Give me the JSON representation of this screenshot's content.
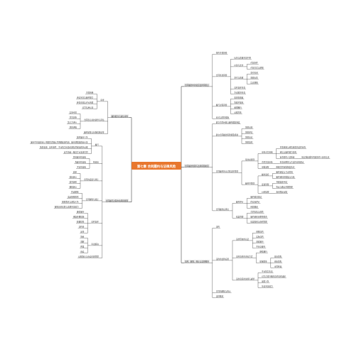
{
  "root": {
    "label": "第七章 合同履约与法律风险",
    "fill": "#e8772e",
    "text_color": "#ffffff"
  },
  "colors": {
    "edge": "#222222",
    "text": "#333333",
    "label_box": "#e9e9e9"
  },
  "left_branches": [
    {
      "label": "履约能力与资信审查",
      "children": [
        {
          "label": "审查",
          "children": [
            {
              "label": "主体资格"
            },
            {
              "label": "资信状况与履约能力"
            },
            {
              "label": "经营范围与许可资质"
            },
            {
              "label": "对方信用记录"
            }
          ]
        },
        {
          "label": "合同签订前的调查与评估",
          "children": [
            {
              "label": "实地考察"
            },
            {
              "label": "背景调查"
            },
            {
              "label": "第三方评价"
            },
            {
              "label": "风险评级"
            }
          ]
        },
        {
          "label": "履约保障与担保措施安排"
        }
      ]
    },
    {
      "label": "合同履行过程中的风险管理",
      "children": [
        {
          "label": "履行",
          "children": [
            {
              "label": "按约履行义务"
            },
            {
              "label": "履行中的变更应以书面形式确认并明确变更内容、履行期限及相应价款"
            },
            {
              "label": "情势变更、意外事件、不可抗力应及时通知并保存相关证据"
            },
            {
              "label": "双方协商一致后方可变更合同"
            }
          ]
        },
        {
          "label": "抗辩权",
          "children": [
            {
              "label": "同时履行抗辩权"
            },
            {
              "label": "先履行抗辩权"
            },
            {
              "label": "不安抗辩权"
            }
          ]
        },
        {
          "label": "合同的变更与转让",
          "children": [
            {
              "label": "变更"
            },
            {
              "label": "债权转让"
            },
            {
              "label": "债务转移"
            },
            {
              "label": "概括转让"
            }
          ]
        },
        {
          "label": "合同解除与终止",
          "children": [
            {
              "label": "约定解除"
            },
            {
              "label": "法定解除情形"
            },
            {
              "label": "解除程序与通知义务"
            },
            {
              "label": "解除后的结算与清理条款效力"
            }
          ]
        },
        {
          "label": "违约责任",
          "children": [
            {
              "label": "继续履行"
            },
            {
              "label": "采取补救措施"
            },
            {
              "label": "赔偿损失"
            },
            {
              "label": "违约金"
            },
            {
              "label": "定金"
            }
          ]
        },
        {
          "label": "争议解决",
          "children": [
            {
              "label": "协商"
            },
            {
              "label": "调解"
            },
            {
              "label": "仲裁"
            },
            {
              "label": "诉讼"
            }
          ]
        },
        {
          "label": "证据保全与诉讼时效管理"
        }
      ]
    }
  ],
  "right_branches": [
    {
      "label": "合同履约中的常见法律风险点",
      "children": [
        {
          "label": "签约主体风险"
        },
        {
          "label": "合同条款风险",
          "children": [
            {
              "label": "标的与质量条款不明"
            },
            {
              "label": "价款与支付",
              "children": [
                {
                  "label": "付款条件"
                },
                {
                  "label": "付款方式与期限"
                }
              ]
            },
            {
              "label": "交付与验收",
              "children": [
                {
                  "label": "交付时间"
                },
                {
                  "label": "验收标准"
                },
                {
                  "label": "异议期限"
                }
              ]
            },
            {
              "label": "违约责任条款"
            },
            {
              "label": "争议解决条款"
            }
          ]
        },
        {
          "label": "履行过程风险",
          "children": [
            {
              "label": "变更未留痕"
            },
            {
              "label": "签收不规范"
            },
            {
              "label": "逾期履行"
            },
            {
              "label": "证据灭失"
            }
          ]
        },
        {
          "label": "应对与防控措施"
        }
      ]
    },
    {
      "label": "合同履约管理与法律风险防范",
      "children": [
        {
          "label": "建立合同台账与履约跟踪制度"
        },
        {
          "label": "建立合同履约风险预警机制",
          "children": [
            {
              "label": "风险识别"
            },
            {
              "label": "风险评估"
            },
            {
              "label": "风险应对"
            },
            {
              "label": "风险监控"
            }
          ]
        },
        {
          "label": "合同履约的全过程法律管理",
          "children": [
            {
              "label": "签约前管理",
              "children": [
                {
                  "label": "审查对方资格",
                  "children": [
                    {
                      "label": "主体资格与经营资质的法律审查"
                    },
                    {
                      "label": "资信与履约能力调查"
                    },
                    {
                      "label": "审查签约人员授权",
                      "children": [
                        {
                          "label": "核实授权委托书及签约人身份信息"
                        }
                      ]
                    }
                  ]
                },
                {
                  "label": "合同文本审核",
                  "children": [
                    {
                      "label": "条款完整性与合法性审查要点"
                    }
                  ]
                },
                {
                  "label": "审批流程",
                  "children": [
                    {
                      "label": "依据合同审批制度执行"
                    }
                  ]
                }
              ]
            },
            {
              "label": "履约中管理",
              "children": [
                {
                  "label": "履约监控",
                  "children": [
                    {
                      "label": "履约进度与节点控制"
                    },
                    {
                      "label": "履约资料的收集与归档"
                    }
                  ]
                },
                {
                  "label": "变更管理",
                  "children": [
                    {
                      "label": "书面变更手续"
                    },
                    {
                      "label": "签证与确认单据管理"
                    }
                  ]
                },
                {
                  "label": "纠纷处理",
                  "children": [
                    {
                      "label": "及时固定证据"
                    }
                  ]
                }
              ]
            }
          ]
        },
        {
          "label": "合同履约后评估",
          "children": [
            {
              "label": "履约评价",
              "children": [
                {
                  "label": "履约情况总结"
                },
                {
                  "label": "供应商评价"
                },
                {
                  "label": "经验教训"
                }
              ]
            },
            {
              "label": "档案管理",
              "children": [
                {
                  "label": "合同归档与保管"
                },
                {
                  "label": "履约资料完整性检查"
                },
                {
                  "label": "档案借阅与保密管理"
                }
              ]
            }
          ]
        }
      ]
    },
    {
      "label": "违约、解除、终止与法律救济",
      "children": [
        {
          "label": "违约"
        },
        {
          "label": "违约的法律后果",
          "children": [
            {
              "label": "违约形态的认定",
              "children": [
                {
                  "label": "预期违约"
                },
                {
                  "label": "实际违约"
                },
                {
                  "label": "迟延履行"
                },
                {
                  "label": "不完全履行"
                }
              ]
            },
            {
              "label": "违约责任的承担方式",
              "children": [
                {
                  "label": "继续履行"
                },
                {
                  "label": "赔偿损失",
                  "children": [
                    {
                      "label": "直接损失"
                    },
                    {
                      "label": "间接损失"
                    },
                    {
                      "label": "可得利益"
                    }
                  ]
                }
              ]
            },
            {
              "label": "违约责任的免除与减轻",
              "children": [
                {
                  "label": "不可抗力免责"
                },
                {
                  "label": "对方过错导致的违约责任减轻"
                },
                {
                  "label": "减损义务"
                },
                {
                  "label": "免责条款效力"
                }
              ]
            }
          ]
        },
        {
          "label": "合同的解除与终止"
        },
        {
          "label": "法律救济"
        }
      ]
    }
  ]
}
